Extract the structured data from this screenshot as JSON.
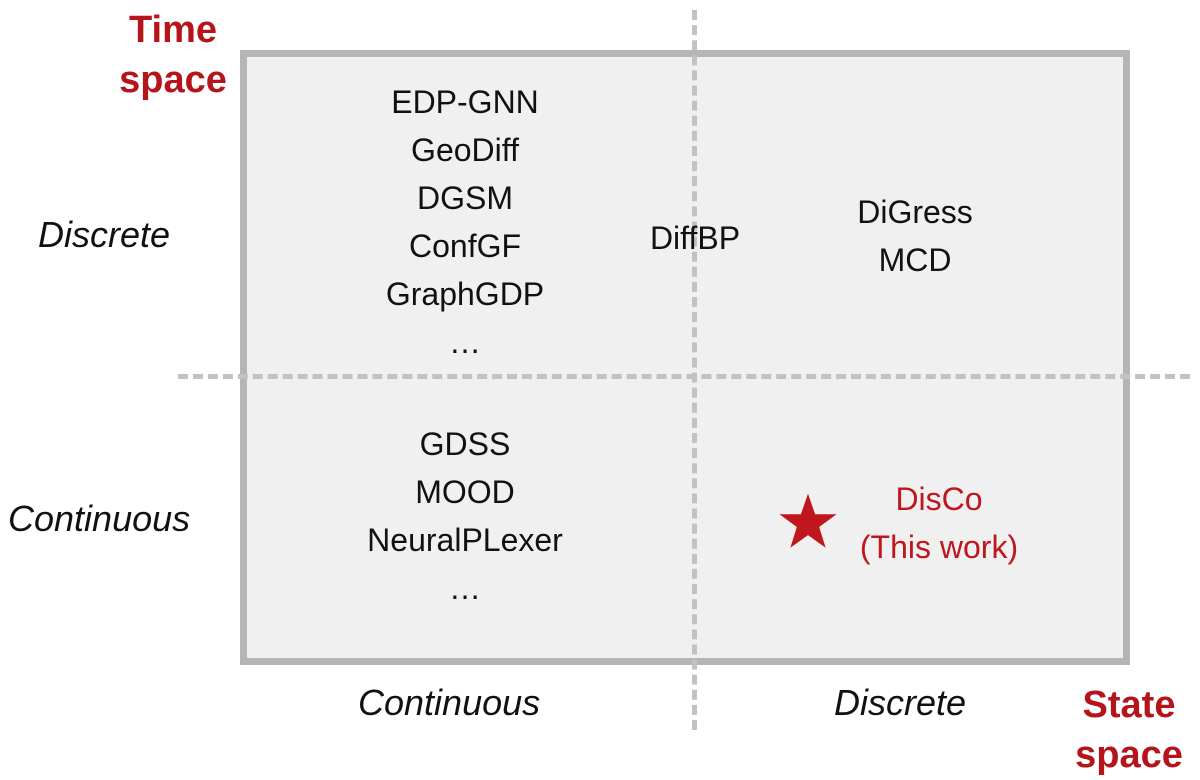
{
  "axes": {
    "time": [
      "Time",
      "space"
    ],
    "state": [
      "State",
      "space"
    ]
  },
  "rows": {
    "top": "Discrete",
    "bottom": "Continuous"
  },
  "cols": {
    "left": "Continuous",
    "right": "Discrete"
  },
  "cells": {
    "top_left": [
      "EDP-GNN",
      "GeoDiff",
      "DGSM",
      "ConfGF",
      "GraphGDP",
      "…"
    ],
    "top_middle": [
      "DiffBP"
    ],
    "top_right": [
      "DiGress",
      "MCD"
    ],
    "bottom_left": [
      "GDSS",
      "MOOD",
      "NeuralPLexer",
      "…"
    ],
    "bottom_right": [
      "DisCo",
      "(This work)"
    ]
  },
  "colors": {
    "accent": "#c0161d",
    "box_fill": "#f0f0f0",
    "border": "#b5b5b5"
  },
  "icons": {
    "highlight": "star-icon"
  }
}
